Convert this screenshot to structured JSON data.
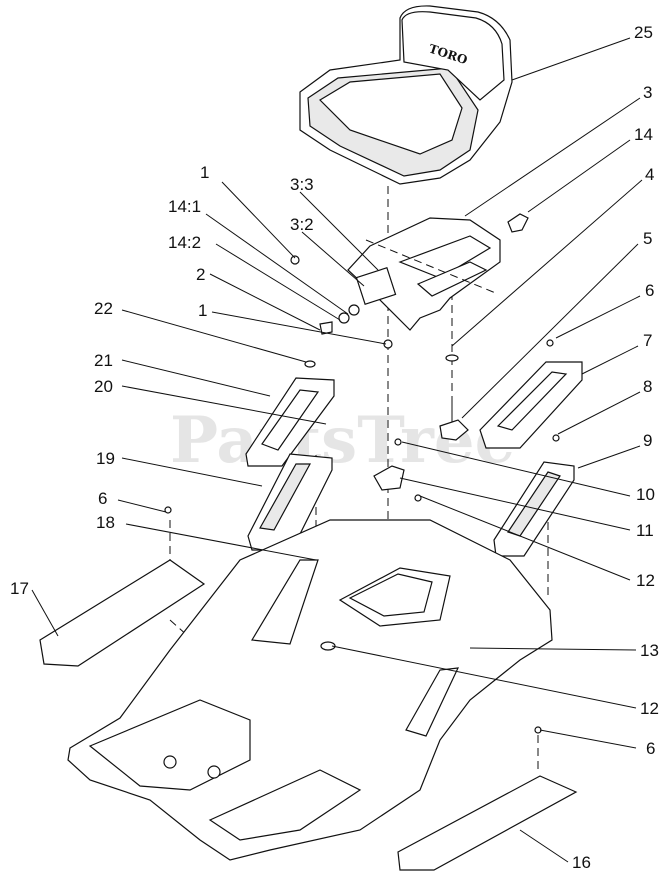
{
  "watermark": "PartsTree",
  "seat_logo": "TORO",
  "callouts": [
    "25",
    "3",
    "14",
    "4",
    "5",
    "6",
    "7",
    "8",
    "9",
    "10",
    "11",
    "12",
    "13",
    "12",
    "6",
    "16",
    "1",
    "3:3",
    "14:1",
    "3:2",
    "14:2",
    "2",
    "1",
    "22",
    "21",
    "20",
    "19",
    "6",
    "18",
    "17"
  ]
}
